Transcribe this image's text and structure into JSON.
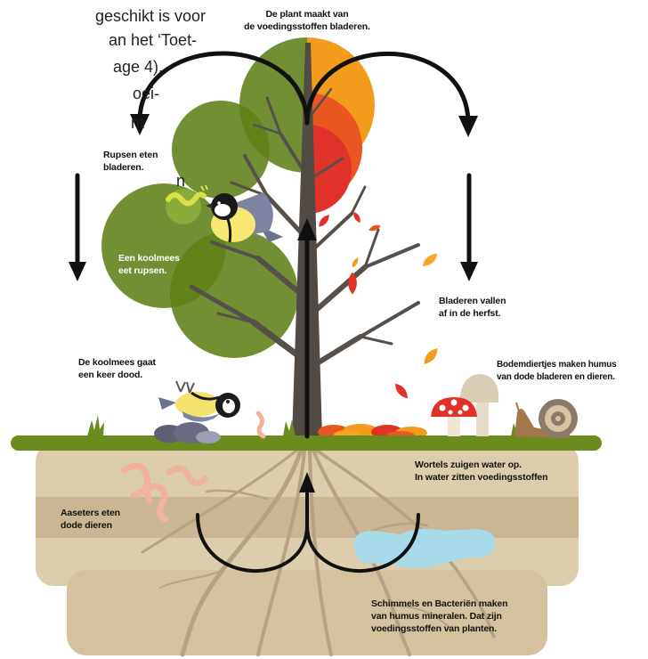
{
  "intro_fragments": [
    "geschikt is voor",
    "an het ‘Toet-",
    "age 4).",
    "oei-",
    "nt",
    "n"
  ],
  "title": {
    "line1": "De plant maakt van",
    "line2": "de voedingsstoffen bladeren."
  },
  "labels": {
    "caterpillars": [
      "Rupsen eten",
      "bladeren."
    ],
    "tit_eats": [
      "Een koolmees",
      "eet rupsen."
    ],
    "leaves_fall": [
      "Bladeren vallen",
      "af in de herfst."
    ],
    "soil_animals": [
      "Bodemdiertjes maken humus",
      "van dode bladeren en dieren."
    ],
    "tit_dies": [
      "De koolmees gaat",
      "een keer dood."
    ],
    "roots": [
      "Wortels zuigen water op.",
      "In water zitten voedingsstoffen"
    ],
    "scavengers": [
      "Aaseters eten",
      "dode dieren"
    ],
    "fungi": [
      "Schimmels en Bacteriën maken",
      "van humus mineralen. Dat zijn",
      "voedingsstoffen van planten."
    ]
  },
  "palette": {
    "foliage_green": "#5f8117",
    "autumn_orange": "#f39c1b",
    "autumn_red_orange": "#ea5622",
    "autumn_red": "#e1322a",
    "trunk": "#524b45",
    "ground_green": "#6c8b1e",
    "soil": "#dccdac",
    "water": "#a7dbe9",
    "arrow": "#111111"
  }
}
